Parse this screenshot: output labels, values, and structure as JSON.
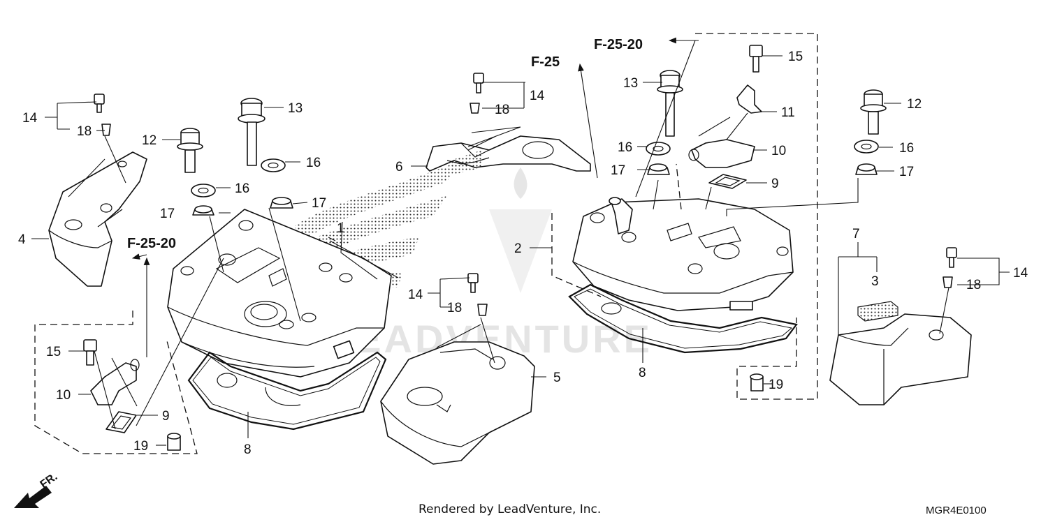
{
  "labels": {
    "left_cover": {
      "l14": "14",
      "l18": "18",
      "l4": "4",
      "l12": "12",
      "l13": "13",
      "l16": "16",
      "l17": "17"
    },
    "left_head": {
      "l1": "1",
      "l15": "15",
      "l10": "10",
      "l9": "9",
      "l19": "19",
      "l8": "8"
    },
    "center": {
      "l6": "6",
      "l14a": "14",
      "l18a": "18",
      "l14b": "14",
      "l18b": "18",
      "l5": "5"
    },
    "right_head": {
      "l2": "2",
      "l13": "13",
      "l15": "15",
      "l11": "11",
      "l16": "16",
      "l10": "10",
      "l17": "17",
      "l9": "9",
      "l8": "8",
      "l19": "19"
    },
    "right_cover": {
      "l12": "12",
      "l16": "16",
      "l17": "17",
      "l7": "7",
      "l3": "3",
      "l14": "14",
      "l18": "18"
    }
  },
  "references": {
    "ref_top": "F-25-20",
    "ref_f25": "F-25",
    "ref_left": "F-25-20"
  },
  "footer": {
    "rendered_by": "Rendered by LeadVenture, Inc.",
    "diagram_code": "MGR4E0100"
  },
  "direction": {
    "label": "FR."
  },
  "watermark": {
    "text": "LEADVENTURE"
  }
}
